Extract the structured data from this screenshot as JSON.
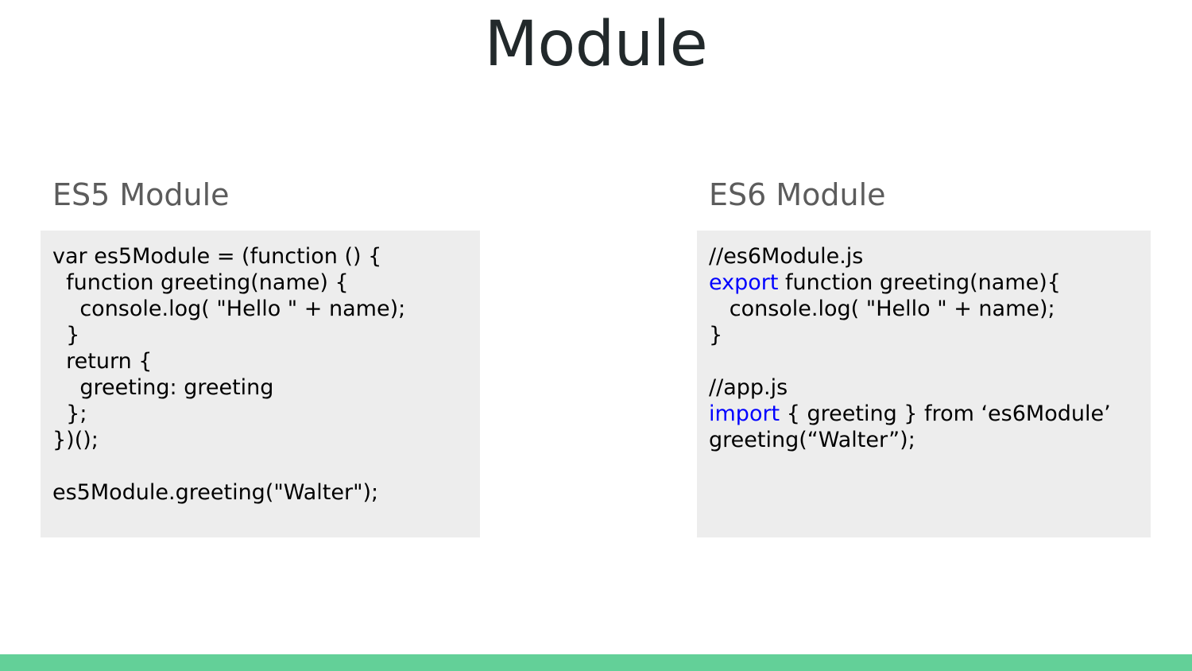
{
  "slide": {
    "title": "Module",
    "title_color": "#22292b",
    "background_color": "#ffffff",
    "footer_bar_color": "#63d098",
    "code_block_background": "#ededed",
    "keyword_color": "#0000ff",
    "heading_color": "#5c5c5c"
  },
  "left_column": {
    "heading": "ES5 Module",
    "code_lines": [
      {
        "text": "var es5Module = (function () {"
      },
      {
        "text": "  function greeting(name) {"
      },
      {
        "text": "    console.log( \"Hello \" + name);"
      },
      {
        "text": "  }"
      },
      {
        "text": "  return {"
      },
      {
        "text": "    greeting: greeting"
      },
      {
        "text": "  };"
      },
      {
        "text": "})();"
      },
      {
        "text": ""
      },
      {
        "text": "es5Module.greeting(\"Walter\");"
      }
    ]
  },
  "right_column": {
    "heading": "ES6 Module",
    "code_lines": [
      {
        "text": "//es6Module.js"
      },
      {
        "keyword": "export",
        "text": " function greeting(name){"
      },
      {
        "text": "   console.log( \"Hello \" + name);"
      },
      {
        "text": "}"
      },
      {
        "text": ""
      },
      {
        "text": "//app.js"
      },
      {
        "keyword": "import",
        "text": " { greeting } from ‘es6Module’"
      },
      {
        "text": "greeting(“Walter”);"
      }
    ]
  }
}
